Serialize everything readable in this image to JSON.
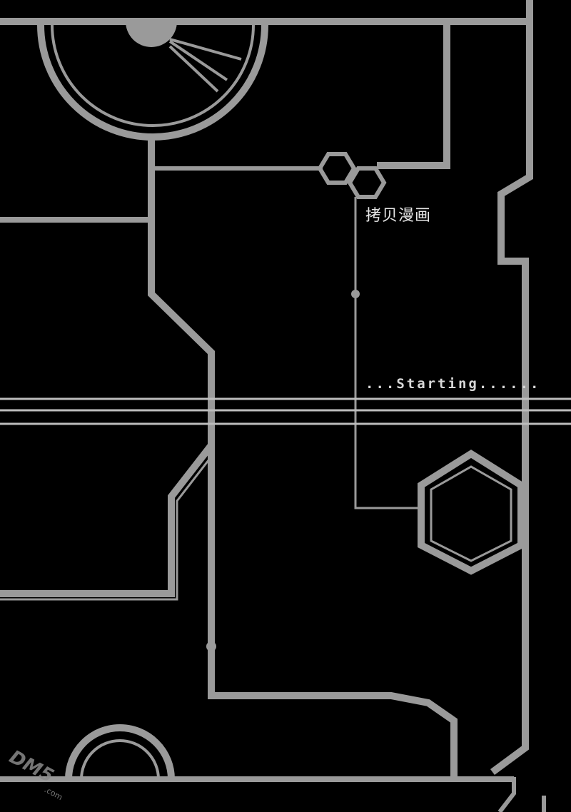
{
  "page": {
    "brand_label": "拷贝漫画",
    "status_text": "...Starting......",
    "watermark": "DM5",
    "watermark_sub": ".com"
  },
  "colors": {
    "background": "#000000",
    "line": "#9a9a9a",
    "line_light": "#bdbdbd"
  }
}
